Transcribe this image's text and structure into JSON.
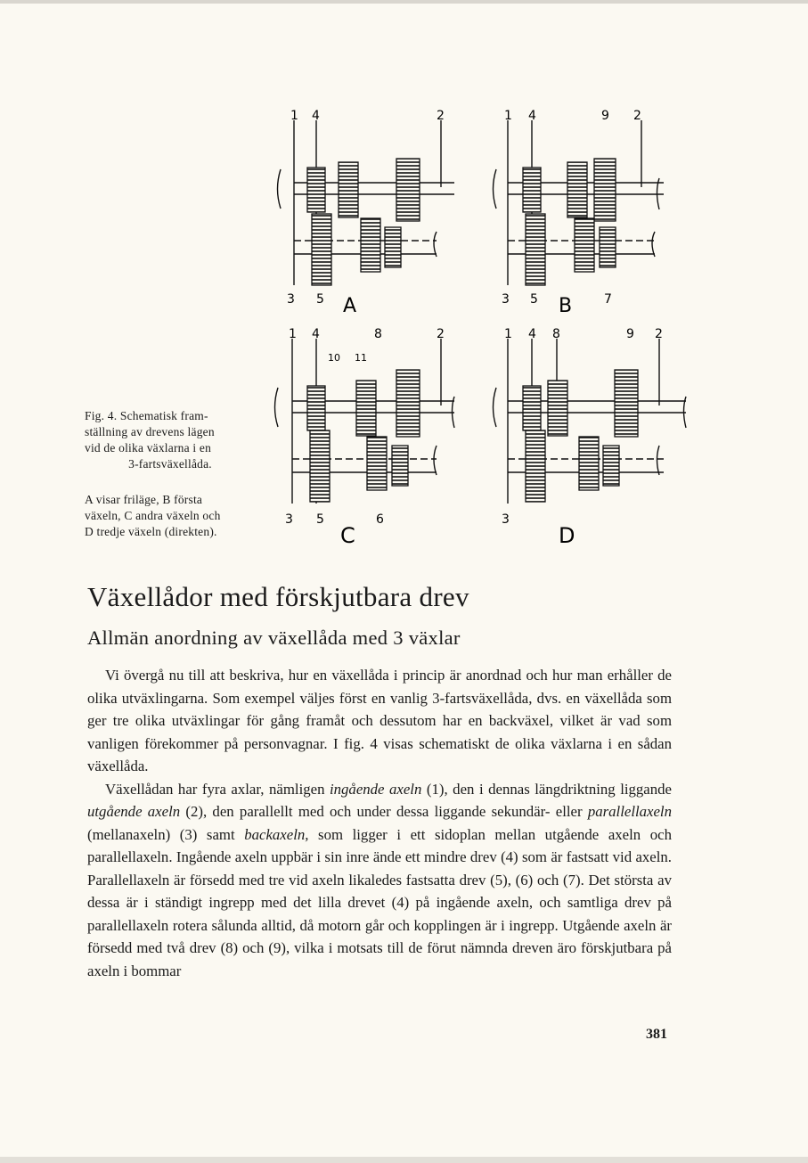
{
  "figure": {
    "panels": [
      {
        "letter": "A",
        "top_labels": [
          "1",
          "4",
          "2"
        ],
        "bottom_labels": [
          "3",
          "5"
        ]
      },
      {
        "letter": "B",
        "top_labels": [
          "1",
          "4",
          "9",
          "2"
        ],
        "bottom_labels": [
          "3",
          "5",
          "7"
        ]
      },
      {
        "letter": "C",
        "top_labels": [
          "1",
          "4",
          "8",
          "2",
          "10",
          "11"
        ],
        "bottom_labels": [
          "3",
          "5",
          "6"
        ]
      },
      {
        "letter": "D",
        "top_labels": [
          "1",
          "4",
          "8",
          "9",
          "2"
        ],
        "bottom_labels": [
          "3"
        ]
      }
    ]
  },
  "caption": {
    "line1": "Fig. 4. Schematisk fram-",
    "line2": "ställning av drevens lägen",
    "line3": "vid de olika växlarna i en",
    "line4": "3-fartsväxellåda.",
    "line5": "A visar friläge, B första",
    "line6": "växeln, C andra växeln och",
    "line7": "D tredje växeln (direkten)."
  },
  "heading": "Växellådor med förskjutbara drev",
  "subheading": "Allmän anordning av växellåda med 3 växlar",
  "para1": "Vi övergå nu till att beskriva, hur en växellåda i princip är anordnad och hur man erhåller de olika utväxlingarna. Som exempel väljes först en vanlig 3-fartsväxellåda, dvs. en växellåda som ger tre olika utväxlingar för gång framåt och dessutom har en backväxel, vilket är vad som vanligen förekommer på personvagnar. I fig. 4 visas schematiskt de olika växlarna i en sådan växellåda.",
  "para2": {
    "t1": "Växellådan har fyra axlar, nämligen ",
    "e1": "ingående axeln",
    "t2": " (1), den i dennas längdriktning liggande ",
    "e2": "utgående axeln",
    "t3": " (2), den parallellt med och under dessa liggande sekundär- eller ",
    "e3": "parallellaxeln",
    "t4": " (mellanaxeln) (3) samt ",
    "e4": "backaxeln,",
    "t5": " som ligger i ett sidoplan mellan utgående axeln och parallellaxeln. Ingående axeln uppbär i sin inre ände ett mindre drev (4) som är fastsatt vid axeln. Parallellaxeln är försedd med tre vid axeln likaledes fastsatta drev (5), (6) och (7). Det största av dessa är i ständigt ingrepp med det lilla drevet (4) på ingående axeln, och samtliga drev på parallellaxeln rotera sålunda alltid, då motorn går och kopplingen är i ingrepp. Utgående axeln är försedd med två drev (8) och (9), vilka i motsats till de förut nämnda dreven äro förskjutbara på axeln i bommar"
  },
  "page_number": "381"
}
